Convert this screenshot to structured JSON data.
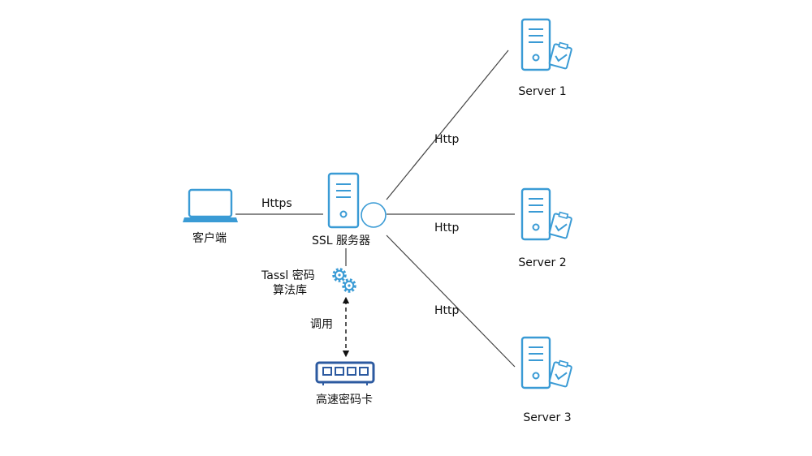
{
  "client": {
    "label": "客户端"
  },
  "ssl_server": {
    "label": "SSL 服务器"
  },
  "crypto_lib": {
    "line1": "Tassl 密码",
    "line2": "算法库"
  },
  "call": {
    "label": "调用"
  },
  "crypto_card": {
    "label": "高速密码卡"
  },
  "links": {
    "client_to_ssl": "Https",
    "ssl_to_server1": "Http",
    "ssl_to_server2": "Http",
    "ssl_to_server3": "Http"
  },
  "servers": [
    {
      "label": "Server 1"
    },
    {
      "label": "Server 2"
    },
    {
      "label": "Server 3"
    }
  ],
  "colors": {
    "icon_stroke": "#3a9bd5",
    "icon_fill": "#ffffff",
    "line": "#333333",
    "gear": "#3a9bd5"
  }
}
